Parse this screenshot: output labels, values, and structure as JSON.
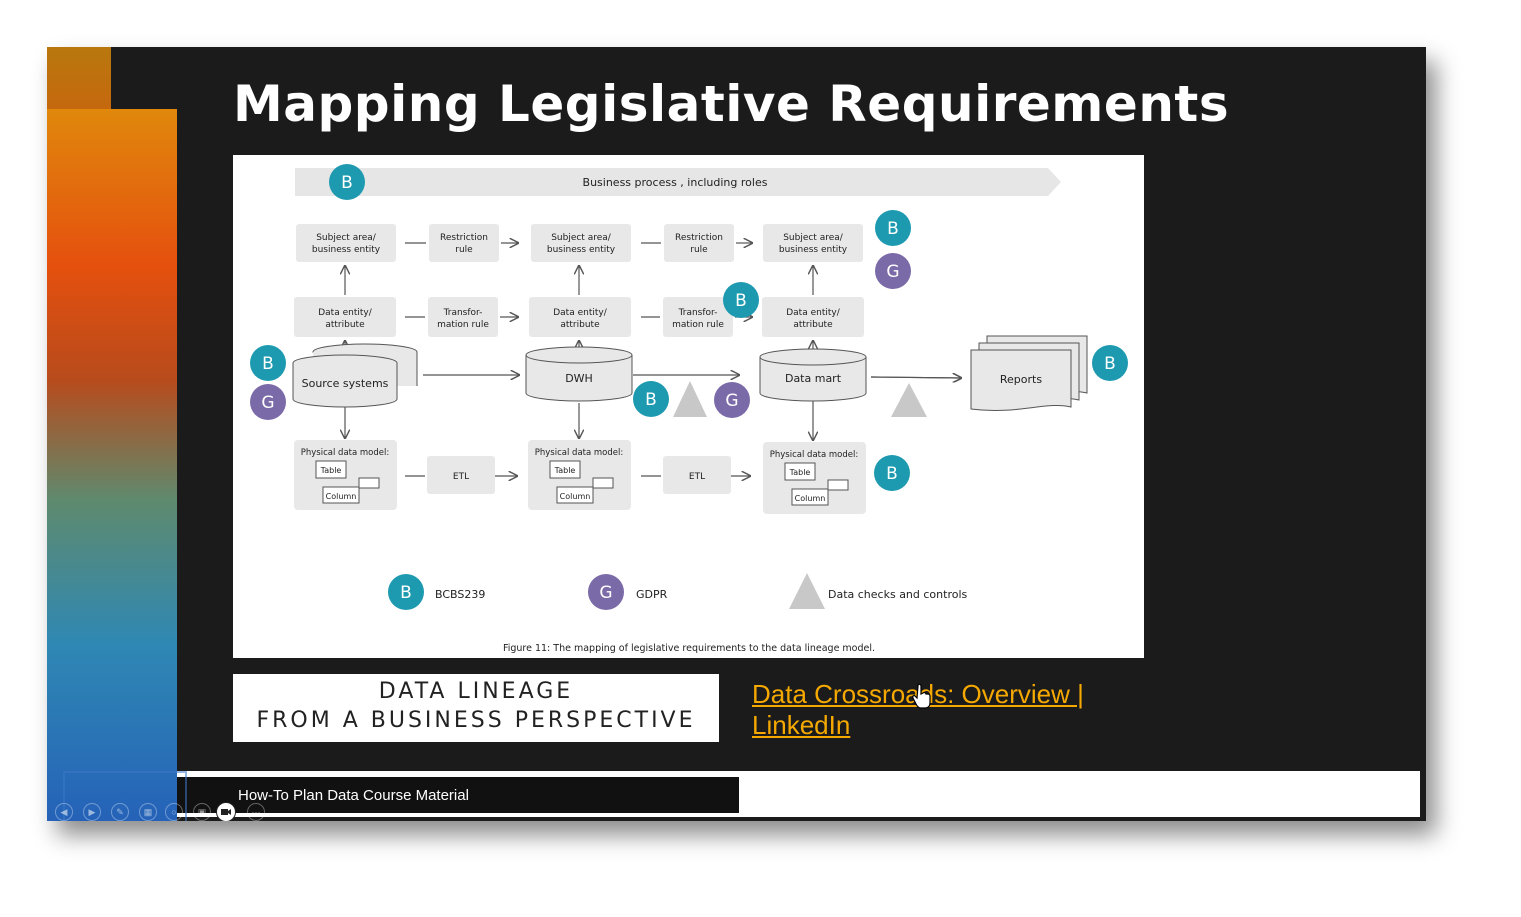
{
  "slide": {
    "title": "Mapping Legislative Requirements"
  },
  "figure": {
    "banner": "Business process , including roles",
    "nodes": {
      "subject_area_line1": "Subject area/",
      "subject_area_line2": "business entity",
      "restriction_line1": "Restriction",
      "restriction_line2": "rule",
      "data_entity_line1": "Data entity/",
      "data_entity_line2": "attribute",
      "transformation_line1": "Transfor-",
      "transformation_line2": "mation rule",
      "source_systems": "Source systems",
      "dwh": "DWH",
      "data_mart": "Data mart",
      "reports": "Reports",
      "physical_data_model": "Physical  data model:",
      "table": "Table",
      "column": "Column",
      "etl": "ETL"
    },
    "badge_b": "B",
    "badge_g": "G",
    "legend": {
      "bcbs239": "BCBS239",
      "gdpr": "GDPR",
      "data_checks": "Data checks and controls"
    },
    "caption": "Figure 11: The mapping of legislative requirements to the data lineage model.",
    "colors": {
      "badge_b": "#1e9ab0",
      "badge_g": "#7b6aa8",
      "box": "#e8e8e8",
      "triangle": "#c8c8c8"
    }
  },
  "book": {
    "line1": "DATA LINEAGE",
    "line2": "FROM A BUSINESS PERSPECTIVE"
  },
  "link": {
    "text": "Data Crossroads: Overview | LinkedIn",
    "color": "#f5a800"
  },
  "caption_bar": {
    "text": "How-To Plan Data Course Material"
  },
  "icons": {
    "cursor": "hand-pointer-icon",
    "camera": "camera-icon"
  }
}
